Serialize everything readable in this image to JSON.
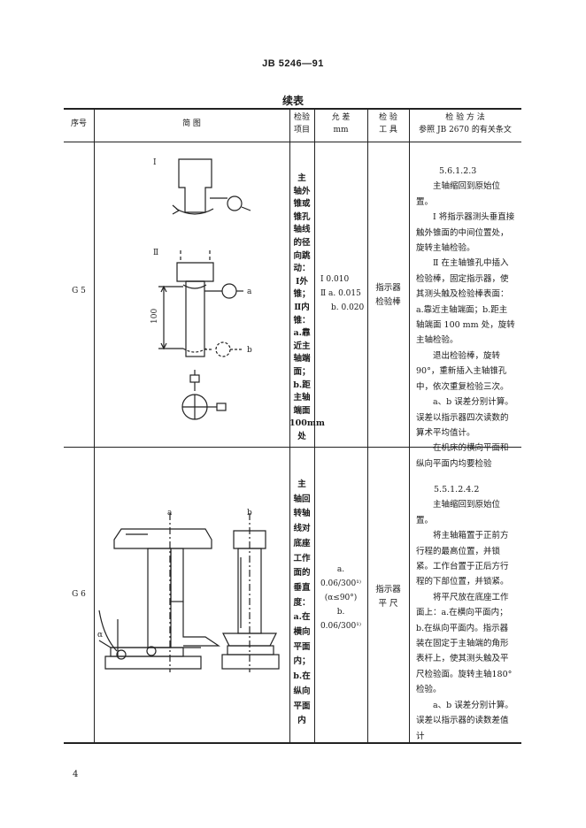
{
  "header": {
    "standard": "JB 5246—91",
    "continued": "续表"
  },
  "columns": {
    "seq": "序号",
    "sketch": "简 图",
    "item": [
      "检验",
      "项目"
    ],
    "tolerance": [
      "允 差",
      "mm"
    ],
    "tool": [
      "检 验",
      "工 具"
    ],
    "method": [
      "检 验 方 法",
      "参照 JB 2670 的有关条文"
    ]
  },
  "rows": [
    {
      "id": "G 5",
      "item": "主轴外锥或锥孔轴线的径向跳动：Ⅰ外锥；Ⅱ内锥：a.靠近主轴端面；b.距主轴端面100mm处",
      "item_lines": [
        "主",
        "轴外",
        "锥或",
        "锥孔",
        "轴线",
        "的径",
        "向跳",
        "动：",
        "Ⅰ外",
        "锥；",
        "Ⅱ内",
        "锥：",
        "a.靠",
        "近主",
        "轴端",
        "面；",
        "b.距",
        "主轴",
        "端面",
        "100mm",
        "处"
      ],
      "tolerance": [
        "Ⅰ 0.010",
        "Ⅱ a. 0.015",
        "b. 0.020"
      ],
      "tool": [
        "指示器",
        "检验棒"
      ],
      "method": [
        "5.6.1.2.3",
        "主轴缩回到原始位置。",
        "Ⅰ 将指示器测头垂直接触外锥面的中间位置处，旋转主轴检验。",
        "Ⅱ 在主轴锥孔中插入检验棒，固定指示器，使其测头触及检验棒表面：a.靠近主轴端面；b.距主轴端面 100 mm 处，旋转主轴检验。",
        "退出检验棒，旋转 90°，重新插入主轴锥孔中，依次重复检验三次。",
        "a、b 误差分别计算。误差以指示器四次读数的算术平均值计。",
        "在机床的横向平面和纵向平面内均要检验"
      ],
      "figure_labels": {
        "I": "Ⅰ",
        "II": "Ⅱ",
        "a": "a",
        "b": "b",
        "dim": "100"
      }
    },
    {
      "id": "G 6",
      "item": "主轴回转轴线对底座工作面的垂直度：a.在横向平面内；b.在纵向平面内",
      "item_lines": [
        "主",
        "轴回",
        "转轴",
        "线对",
        "底座",
        "工作",
        "面的",
        "垂直",
        "度：",
        "a.在",
        "横向",
        "平面",
        "内；",
        "b.在",
        "纵向",
        "平面",
        "内"
      ],
      "tolerance": [
        "a.",
        "0.06/300¹⁾",
        "(α≤90°)",
        "b.",
        "0.06/300¹⁾"
      ],
      "tool": [
        "指示器",
        "平 尺"
      ],
      "method": [
        "5.5.1.2.4.2",
        "主轴缩回到原始位置。",
        "将主轴箱置于正前方行程的最高位置，并锁紧。工作台置于正后方行程的下部位置，并锁紧。",
        "将平尺放在底座工作面上：a.在横向平面内；b.在纵向平面内。指示器装在固定于主轴端的角形表杆上，使其测头触及平尺检验面。旋转主轴180°检验。",
        "a、b 误差分别计算。误差以指示器的读数差值计"
      ],
      "figure_labels": {
        "a": "a",
        "b": "b",
        "alpha": "α"
      }
    }
  ],
  "footer": {
    "page": "4"
  }
}
